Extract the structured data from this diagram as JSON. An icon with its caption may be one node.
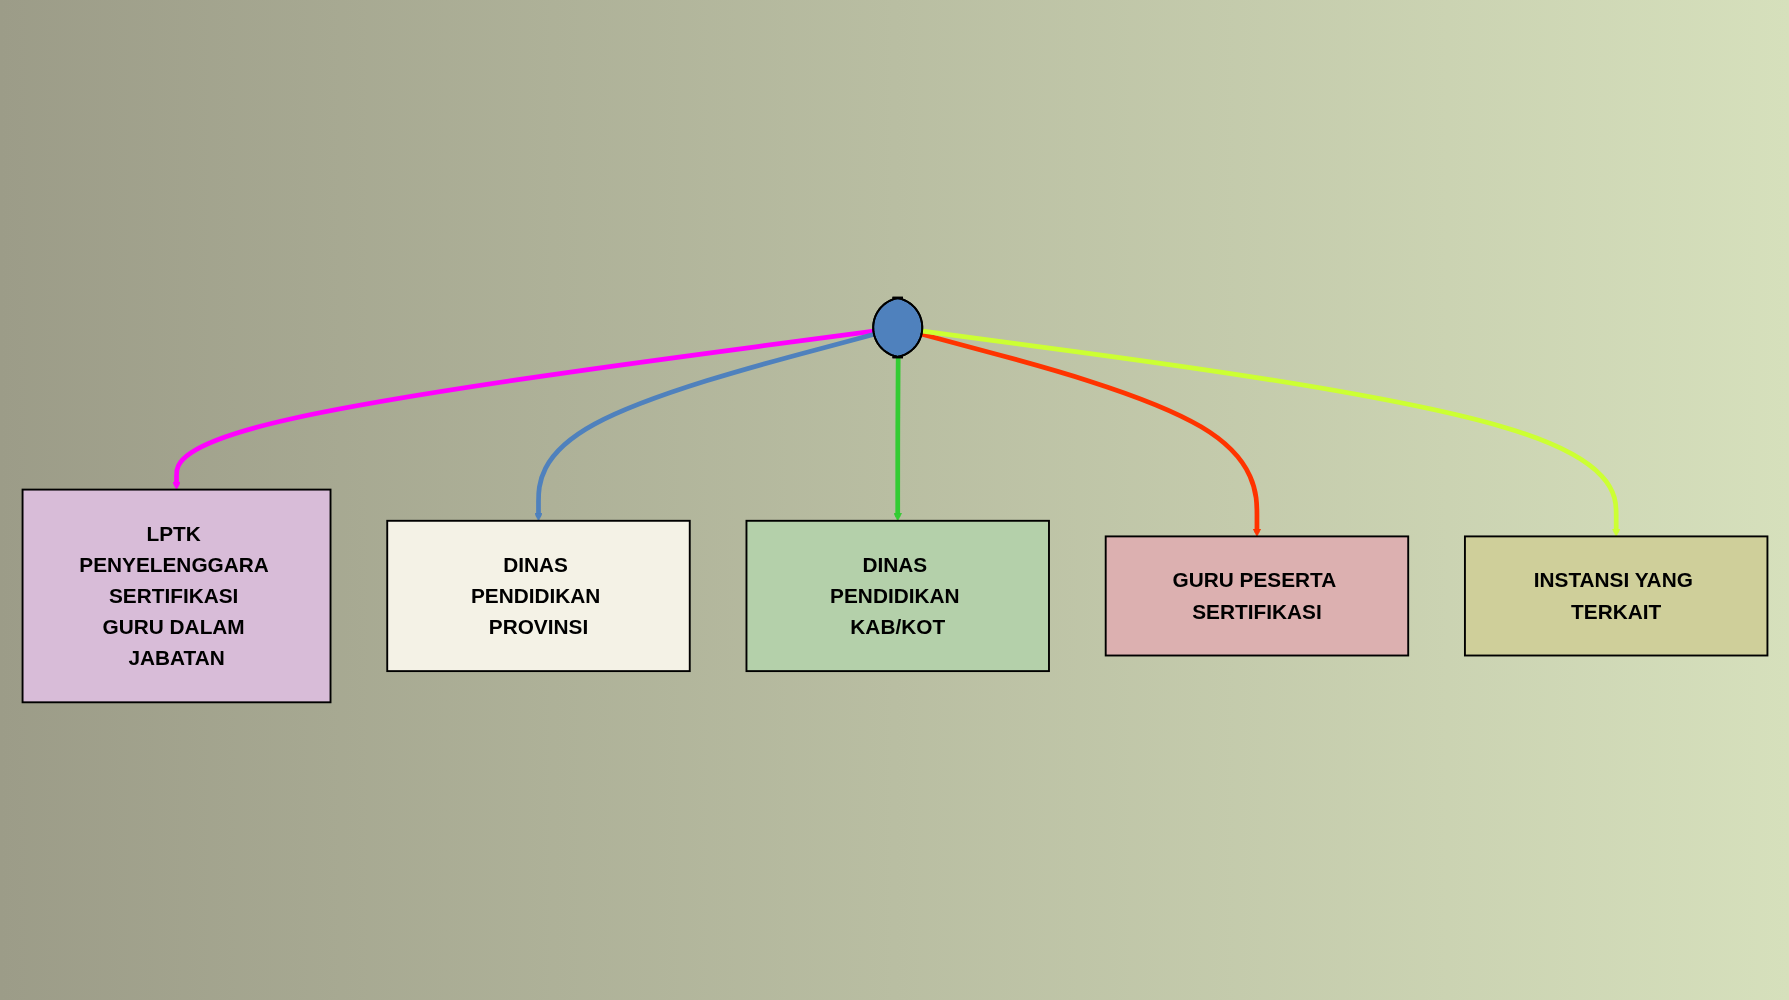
{
  "diagram": {
    "nodes": [
      {
        "text": [],
        "shape": "ellipse"
      },
      {
        "text": [
          "LPTK PENYELENGGARA SERTIFIKASI GURU DALAM JABATAN"
        ]
      },
      {
        "text": [
          "INSTANSI YANG TERKAIT"
        ]
      },
      {
        "text": [
          "DINAS PENDIDIKAN PROVINSI"
        ]
      },
      {
        "text": [
          "GURU PESERTA SERTIFIKASI"
        ]
      },
      {
        "text": [
          "DINAS PENDIDIKAN KAB/KOT"
        ]
      }
    ],
    "edges": [
      {
        "from": 0,
        "to": 1,
        "arrow": "to",
        "color": "#ff00ff"
      },
      {
        "from": 0,
        "to": 3,
        "arrow": "to",
        "color": "#4f81bd"
      },
      {
        "from": 0,
        "to": 5,
        "arrow": "to",
        "color": "#33cc33"
      },
      {
        "from": 0,
        "to": 4,
        "arrow": "to",
        "color": "#ff3300"
      },
      {
        "from": 0,
        "to": 2,
        "arrow": "to",
        "color": "#ccff33"
      }
    ]
  }
}
